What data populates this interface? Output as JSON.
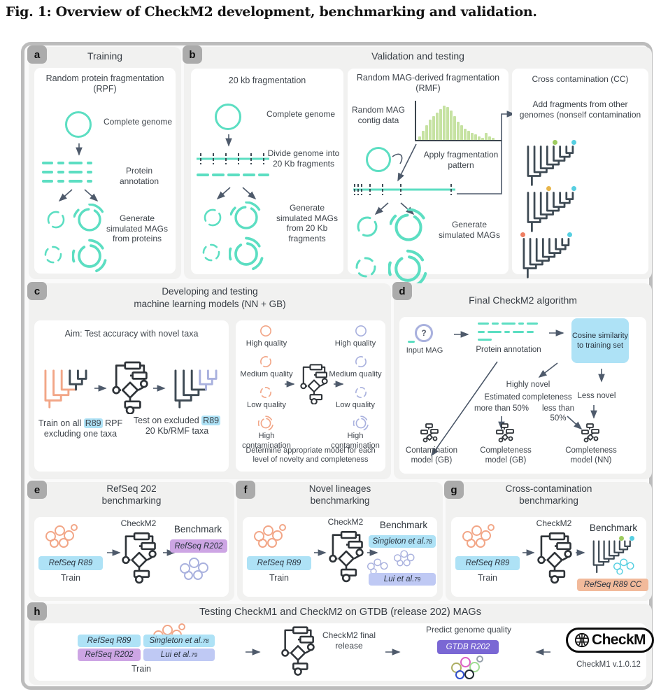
{
  "colors": {
    "teal": "#5CDEC2",
    "orange": "#F2A687",
    "periwinkle": "#A9B1DE",
    "arrow": "#4E5A6B",
    "tree_dark": "#3E4A54",
    "hl_blue": "#AEE2F6",
    "hl_purple": "#CDA5E4",
    "hl_lavender": "#BFC9F4",
    "hl_salmon": "#F2BA9B",
    "badge_indigo": "#7A67D4",
    "hist_green": "#C6E2A2",
    "panel_bg": "#F1F1F0",
    "box_bg": "#FFFFFF",
    "frame_gray": "#BCBCBC",
    "tab_gray": "#ABABAB",
    "text": "#3F454C",
    "dot_green": "#9DCB5F",
    "dot_cyan": "#56CFE1",
    "dot_orange": "#E8B54A",
    "dot_red": "#EE7E62"
  },
  "figure": {
    "title": "Fig. 1: Overview of CheckM2 development, benchmarking and validation."
  },
  "panel_a": {
    "letter": "a",
    "title": "Training",
    "box_title": "Random protein fragmentation (RPF)",
    "label_complete_genome": "Complete genome",
    "label_protein_annotation": "Protein annotation",
    "label_generate": "Generate simulated MAGs from proteins"
  },
  "panel_b": {
    "letter": "b",
    "title": "Validation and testing",
    "box_20kb": {
      "title": "20 kb fragmentation",
      "label_complete_genome": "Complete genome",
      "label_divide": "Divide genome into 20 Kb fragments",
      "label_generate": "Generate simulated MAGs from 20 Kb fragments"
    },
    "box_rmf": {
      "title": "Random MAG-derived fragmentation (RMF)",
      "label_contig": "Random MAG contig data",
      "label_apply": "Apply fragmentation pattern",
      "label_generate": "Generate simulated MAGs",
      "histogram_bars": [
        2,
        5,
        8,
        11,
        13,
        15,
        17,
        19,
        18,
        16,
        13,
        10,
        8,
        6,
        5,
        4,
        3,
        2,
        1,
        4,
        2,
        1
      ]
    },
    "box_cc": {
      "title": "Cross contamination (CC)",
      "label_add": "Add fragments from other genomes (nonself contamination"
    }
  },
  "panel_c": {
    "letter": "c",
    "title_line1": "Developing and testing",
    "title_line2": "machine learning models (NN + GB)",
    "box_novel": {
      "aim": "Aim: Test accuracy with novel taxa",
      "train_pre": "Train on all ",
      "train_hl": "R89",
      "train_post": " RPF excluding one taxa",
      "test_pre": "Test on excluded ",
      "test_hl": "R89",
      "test_post": " 20 Kb/RMF taxa"
    },
    "box_quality": {
      "left_labels": [
        "High quality",
        "Medium quality",
        "Low quality",
        "High contamination"
      ],
      "right_labels": [
        "High quality",
        "Medium quality",
        "Low quality",
        "High contamination"
      ],
      "footnote": "Determine appropriate model for each level of novelty and completeness"
    }
  },
  "panel_d": {
    "letter": "d",
    "title": "Final CheckM2 algorithm",
    "qmark": "?",
    "label_input": "Input MAG",
    "label_protein": "Protein annotation",
    "label_cosine": "Cosine similarity to training set",
    "label_highly_novel": "Highly novel",
    "label_estimated": "Estimated completeness",
    "label_more": "more than 50%",
    "label_less": "less than 50%",
    "label_less_novel": "Less novel",
    "model_contamination": "Contamination model (GB)",
    "model_completeness_gb": "Completeness model (GB)",
    "model_completeness_nn": "Completeness model (NN)"
  },
  "panel_e": {
    "letter": "e",
    "title_line1": "RefSeq 202",
    "title_line2": "benchmarking",
    "checkm2": "CheckM2",
    "benchmark": "Benchmark",
    "badge_train": "RefSeq R89",
    "train": "Train",
    "badge_bench": "RefSeq R202"
  },
  "panel_f": {
    "letter": "f",
    "title_line1": "Novel lineages",
    "title_line2": "benchmarking",
    "checkm2": "CheckM2",
    "benchmark": "Benchmark",
    "badge_train": "RefSeq R89",
    "train": "Train",
    "badge_singleton": "Singleton et al.",
    "singleton_sup": "78",
    "badge_lui": "Lui et al.",
    "lui_sup": "79"
  },
  "panel_g": {
    "letter": "g",
    "title_line1": "Cross-contamination",
    "title_line2": "benchmarking",
    "checkm2": "CheckM2",
    "benchmark": "Benchmark",
    "badge_train": "RefSeq R89",
    "train": "Train",
    "badge_bench": "RefSeq R89 CC"
  },
  "panel_h": {
    "letter": "h",
    "title": "Testing CheckM1 and CheckM2 on GTDB (release 202) MAGs",
    "badge_refseq89": "RefSeq R89",
    "badge_singleton": "Singleton et al.",
    "singleton_sup": "78",
    "badge_refseq202": "RefSeq R202",
    "badge_lui": "Lui et al.",
    "lui_sup": "79",
    "train": "Train",
    "checkm2_release": "CheckM2 final release",
    "predict": "Predict genome quality",
    "badge_gtdb": "GTDB R202",
    "logo": "CheckM",
    "version": "CheckM1 v.1.0.12",
    "cluster_colors": [
      "#ADAE62",
      "#DD5FC4",
      "#9FDC92",
      "#2F4ECC",
      "#222B33",
      "#97A1AB"
    ]
  }
}
